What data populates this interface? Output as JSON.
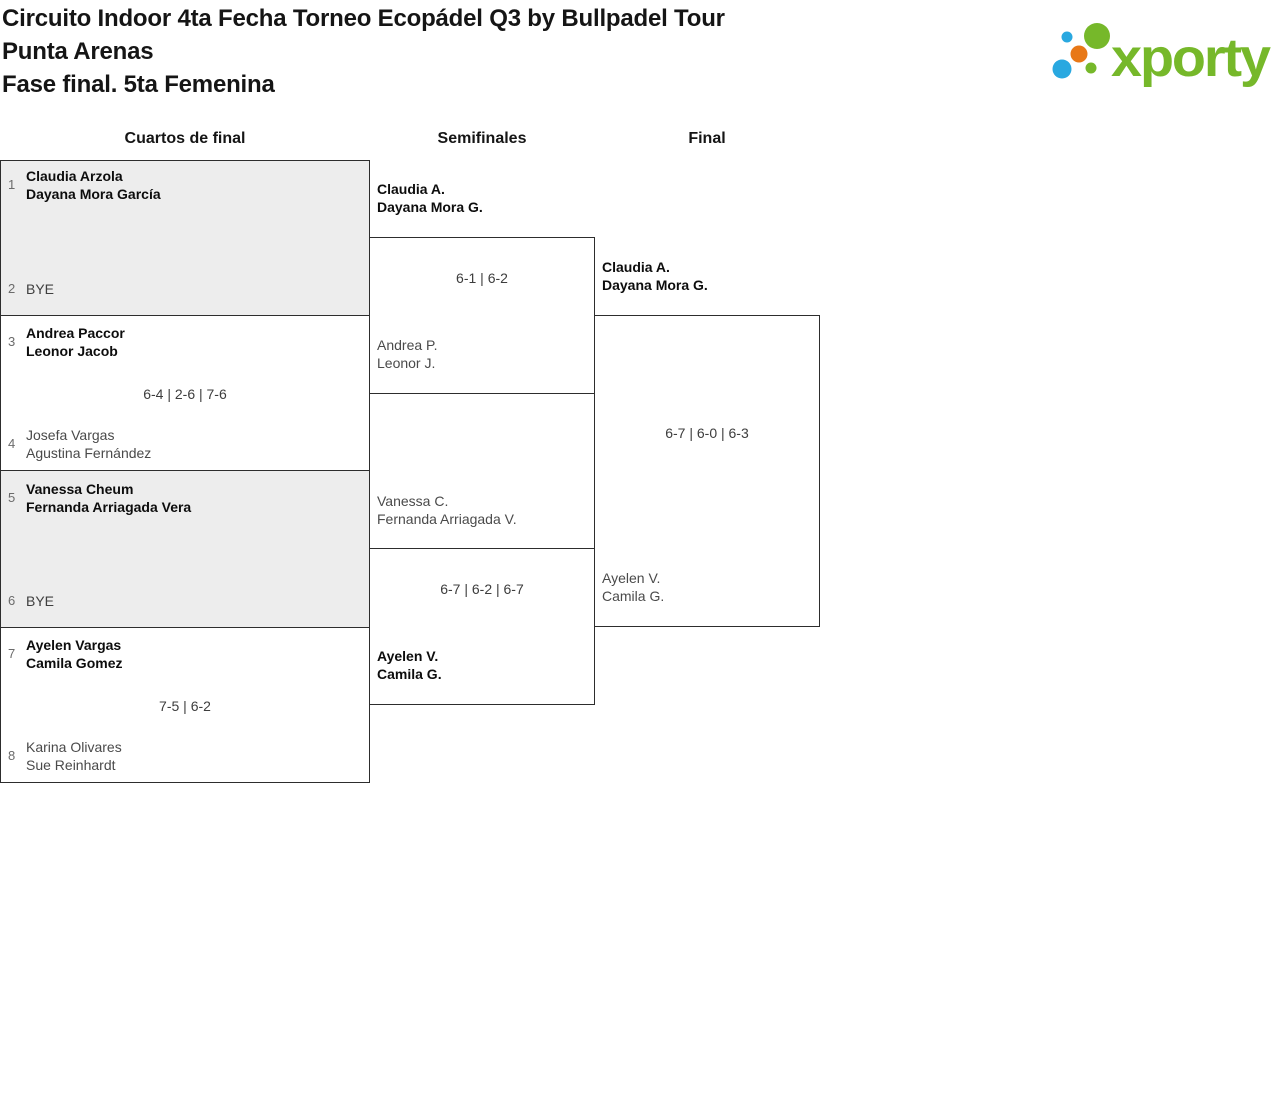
{
  "header": {
    "title_lines": [
      "Circuito Indoor 4ta Fecha Torneo Ecopádel Q3 by Bullpadel Tour",
      "Punta Arenas",
      "Fase final. 5ta Femenina"
    ],
    "logo_text": "xporty"
  },
  "colors": {
    "logo_green": "#76b82a",
    "logo_blue": "#29a8e0",
    "logo_orange": "#e87817",
    "box_border": "#2d2d2d",
    "box_fill_gray": "#ededed",
    "winner_text": "#0d0d0d",
    "loser_text": "#4a4a4a"
  },
  "round_headers": [
    "Cuartos de final",
    "Semifinales",
    "Final"
  ],
  "bracket": {
    "quarterfinals": [
      {
        "seed_top": "1",
        "top_player1": "Claudia Arzola",
        "top_player2": "Dayana Mora García",
        "score": "",
        "seed_bottom": "2",
        "bottom_player1": "BYE",
        "bottom_player2": ""
      },
      {
        "seed_top": "3",
        "top_player1": "Andrea Paccor",
        "top_player2": "Leonor Jacob",
        "score": "6-4 | 2-6 | 7-6",
        "seed_bottom": "4",
        "bottom_player1": "Josefa Vargas",
        "bottom_player2": "Agustina Fernández"
      },
      {
        "seed_top": "5",
        "top_player1": "Vanessa Cheum",
        "top_player2": "Fernanda Arriagada Vera",
        "score": "",
        "seed_bottom": "6",
        "bottom_player1": "BYE",
        "bottom_player2": ""
      },
      {
        "seed_top": "7",
        "top_player1": "Ayelen Vargas",
        "top_player2": "Camila Gomez",
        "score": "7-5 | 6-2",
        "seed_bottom": "8",
        "bottom_player1": "Karina Olivares",
        "bottom_player2": "Sue Reinhardt"
      }
    ],
    "semifinals": [
      {
        "top_player1": "Claudia A.",
        "top_player2": "Dayana Mora G.",
        "score": "6-1 | 6-2",
        "bottom_player1": "Andrea P.",
        "bottom_player2": "Leonor J."
      },
      {
        "top_player1": "Vanessa C.",
        "top_player2": "Fernanda Arriagada V.",
        "score": "6-7 | 6-2 | 6-7",
        "bottom_player1": "Ayelen V.",
        "bottom_player2": "Camila G."
      }
    ],
    "final": {
      "top_player1": "Claudia A.",
      "top_player2": "Dayana Mora G.",
      "score": "6-7 | 6-0 | 6-3",
      "bottom_player1": "Ayelen V.",
      "bottom_player2": "Camila G."
    }
  }
}
